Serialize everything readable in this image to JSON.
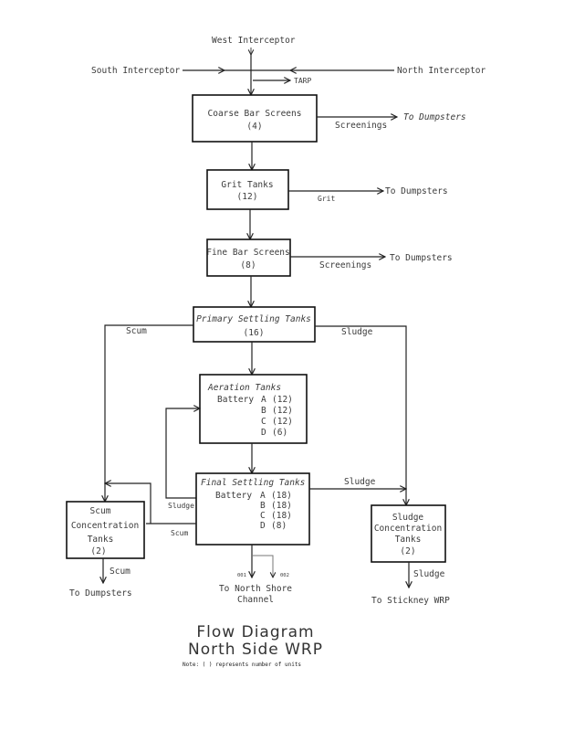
{
  "inputs": {
    "west": "West Interceptor",
    "south": "South Interceptor",
    "north": "North Interceptor",
    "tarp": "TARP"
  },
  "units": {
    "coarse_bar_screens": {
      "name": "Coarse Bar Screens",
      "count": "(4)"
    },
    "grit_tanks": {
      "name": "Grit Tanks",
      "count": "(12)"
    },
    "fine_bar_screens": {
      "name": "Fine Bar Screens",
      "count": "(8)"
    },
    "primary_settling": {
      "name": "Primary Settling Tanks",
      "count": "(16)"
    },
    "aeration_tanks": {
      "name": "Aeration Tanks",
      "battery_label": "Battery",
      "batteries": [
        {
          "id": "A",
          "count": "(12)"
        },
        {
          "id": "B",
          "count": "(12)"
        },
        {
          "id": "C",
          "count": "(12)"
        },
        {
          "id": "D",
          "count": "(6)"
        }
      ]
    },
    "final_settling": {
      "name": "Final Settling Tanks",
      "battery_label": "Battery",
      "batteries": [
        {
          "id": "A",
          "count": "(18)"
        },
        {
          "id": "B",
          "count": "(18)"
        },
        {
          "id": "C",
          "count": "(18)"
        },
        {
          "id": "D",
          "count": "(8)"
        }
      ]
    },
    "scum_concentration": {
      "line1": "Scum",
      "line2": "Concentration",
      "line3": "Tanks",
      "count": "(2)"
    },
    "sludge_concentration": {
      "line1": "Sludge",
      "line2": "Concentration",
      "line3": "Tanks",
      "count": "(2)"
    }
  },
  "flows": {
    "coarse_out": "Screenings",
    "coarse_dest": "To  Dumpsters",
    "grit_out": "Grit",
    "grit_dest": "To Dumpsters",
    "fine_out": "Screenings",
    "fine_dest": "To Dumpsters",
    "primary_scum": "Scum",
    "primary_sludge": "Sludge",
    "final_sludge_right": "Sludge",
    "final_sludge_return": "Sludge",
    "final_scum": "Scum",
    "scum_conc_out": "Scum",
    "scum_conc_dest": "To Dumpsters",
    "sludge_conc_out": "Sludge",
    "sludge_conc_dest": "To Stickney WRP",
    "outfall_1": "001",
    "outfall_2": "002",
    "effluent_dest_line1": "To North Shore",
    "effluent_dest_line2": "Channel"
  },
  "footer": {
    "title_line1": "Flow Diagram",
    "title_line2": "North Side WRP",
    "note": "Note: ( ) represents number of units"
  }
}
